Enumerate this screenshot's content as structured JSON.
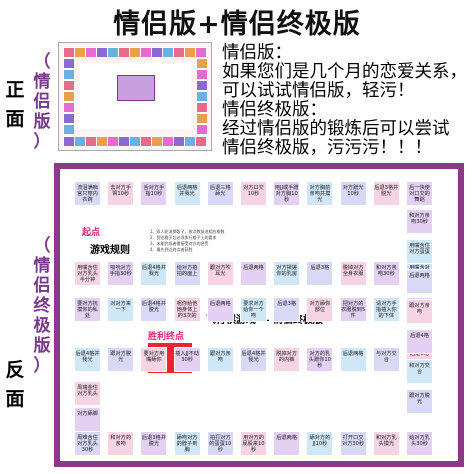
{
  "title": "情侣版+情侣终极版",
  "front_label": [
    "正",
    "面"
  ],
  "front_bracket": [
    "（",
    "情",
    "侣",
    "版",
    "）"
  ],
  "back_label": [
    "反",
    "面"
  ],
  "back_bracket": [
    "（",
    "情",
    "侣",
    "终",
    "极",
    "版",
    "）"
  ],
  "description": [
    "情侣版：",
    "如果您们是几个月的恋爱关系，",
    "可以试试情侣版，轻污！",
    "情侣终极版：",
    "经过情侣版的锻炼后可以尝试",
    "情侣终极版，污污污！！！"
  ],
  "board": {
    "start_label": "起点",
    "rules_label": "游戏规则",
    "center_title": "飞行棋游戏 — 情侣终极版",
    "win_label": "胜利终点",
    "rules": [
      "1、双人轮流掷骰子，按点数前进相应格数",
      "2、到达格子后必须执行格子上的要求",
      "3、未能完成者需接受对方的惩罚",
      "4、最先到达终点者获胜"
    ],
    "top_row": [
      "流泪满痴宫只穿内衣跳",
      "去对方手臂10秒",
      "舌对方手指10秒",
      "后退两格并我光",
      "后退三格舔光",
      "对方口交10秒",
      "用JJ或手蹭对方胸10秒",
      "对方胸前亲吻并摸光",
      "对方蹭光10秒",
      "后退3格并脱光",
      "后一快使对口交的舞蹈"
    ],
    "row2": [
      "用嘴含住对方乳头半分钟",
      "吸吮对方手指30秒",
      "后退4格并我光",
      "给对方拍拍的面上",
      "跟对方吹耳光",
      "后退两格",
      "对方揉搓你的乳房",
      "后退3格",
      "脱掉对方全身衣服",
      "和对方亲吻30秒",
      "用嘴含对方蛋蛋的美容"
    ],
    "row3": [
      "要对方抚摸你的私处",
      "对对方来一下",
      "后退4格并脱光",
      "呢你给他她身体上的3次的",
      "后退两格",
      "要求对方给你一个吻",
      "后退3格",
      "对方舔你部位",
      "把对方的衣服脱到5件",
      "请对方手指插入你的下体",
      "跟对方脱光"
    ],
    "row4": [
      "后退4格并我光",
      "跟对方脱光",
      "要对方用嘴舔你",
      "插入JJ不动30秒",
      "跟对方亲吻",
      "后退4格并我光",
      "脱掉对方的内裤",
      "对方的乳头蹭你10秒",
      "后退两格",
      "与对方交合",
      "后退5格"
    ],
    "bottom_row": [
      "周难含住对方乳头30秒",
      "和对方的亲吻",
      "后退3格并脱光",
      "舔吻对方的脖子到胸",
      "拍打对方的蛋蛋10秒",
      "用对方的屁股来10秒",
      "后退两格",
      "舔对方的JJ10秒",
      "打开口交对方30秒",
      "和对方乳头摸光",
      "给对方乳头30秒"
    ],
    "left_col": [
      "周瑞金住对方乳头",
      "对方舔脚",
      "后退3格",
      "跟对方亲吻",
      "后退4格",
      "跟对方亲吻",
      "对方舔你"
    ],
    "right_col": [
      "和对方亲吻30秒",
      "用嘴含住对方蛋蛋",
      "后退两格",
      "跟对方亲吻",
      "后退4格",
      "和对方交合",
      "跟对方脱光"
    ]
  }
}
